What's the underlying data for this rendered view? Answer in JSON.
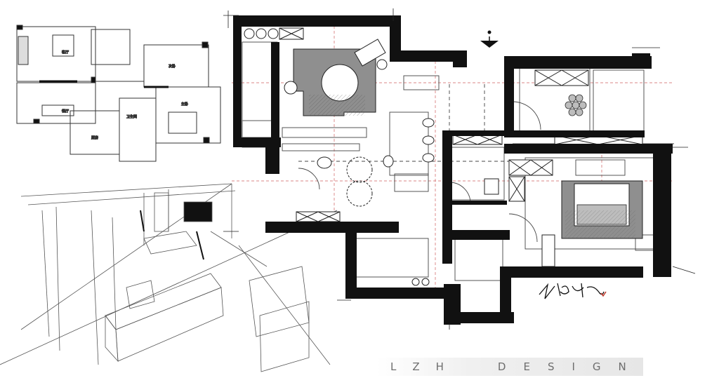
{
  "brand": {
    "word1": "LZH",
    "word2": "DESIGN"
  },
  "small_plan": {
    "rooms": [
      {
        "label": "客厅"
      },
      {
        "label": "主卧"
      },
      {
        "label": "餐厅"
      },
      {
        "label": "厨房"
      },
      {
        "label": "卫生间"
      },
      {
        "label": "次卧"
      }
    ]
  },
  "colors": {
    "wall": "#111111",
    "rug": "#8f8f8f",
    "line": "#444444",
    "accent": "#c0392b",
    "guide": "#d06060"
  }
}
